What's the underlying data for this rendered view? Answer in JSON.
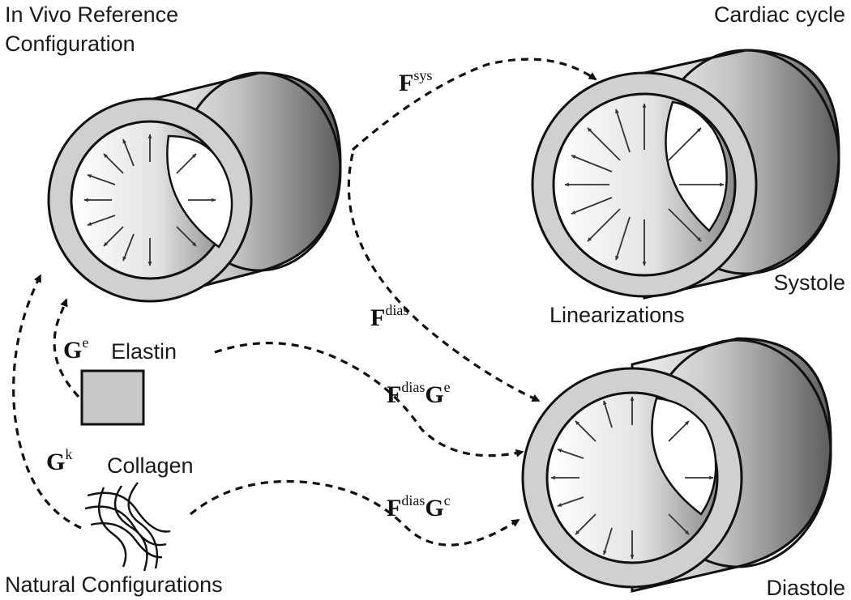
{
  "labels": {
    "reference_line1": "In Vivo Reference",
    "reference_line2": "Configuration",
    "cardiac_cycle": "Cardiac cycle",
    "systole": "Systole",
    "linearizations": "Linearizations",
    "diastole": "Diastole",
    "elastin": "Elastin",
    "collagen": "Collagen",
    "natural_configurations": "Natural Configurations"
  },
  "maps": {
    "f_sys": {
      "base": "F",
      "sup": "sys"
    },
    "f_dias": {
      "base": "F",
      "sup": "dias"
    },
    "g_e": {
      "base": "G",
      "sup": "e"
    },
    "g_k": {
      "base": "G",
      "sup": "k"
    },
    "f_dias_g_e": {
      "base1": "F",
      "sup1": "dias",
      "base2": "G",
      "sup2": "e"
    },
    "f_dias_g_c": {
      "base1": "F",
      "sup1": "dias",
      "base2": "G",
      "sup2": "c"
    }
  },
  "colors": {
    "ring": "#cfcfcf",
    "ring_stroke": "#111111",
    "outer_dark": "#6e6e6e",
    "outer_light": "#e6e6e6",
    "arrow": "#111111"
  }
}
